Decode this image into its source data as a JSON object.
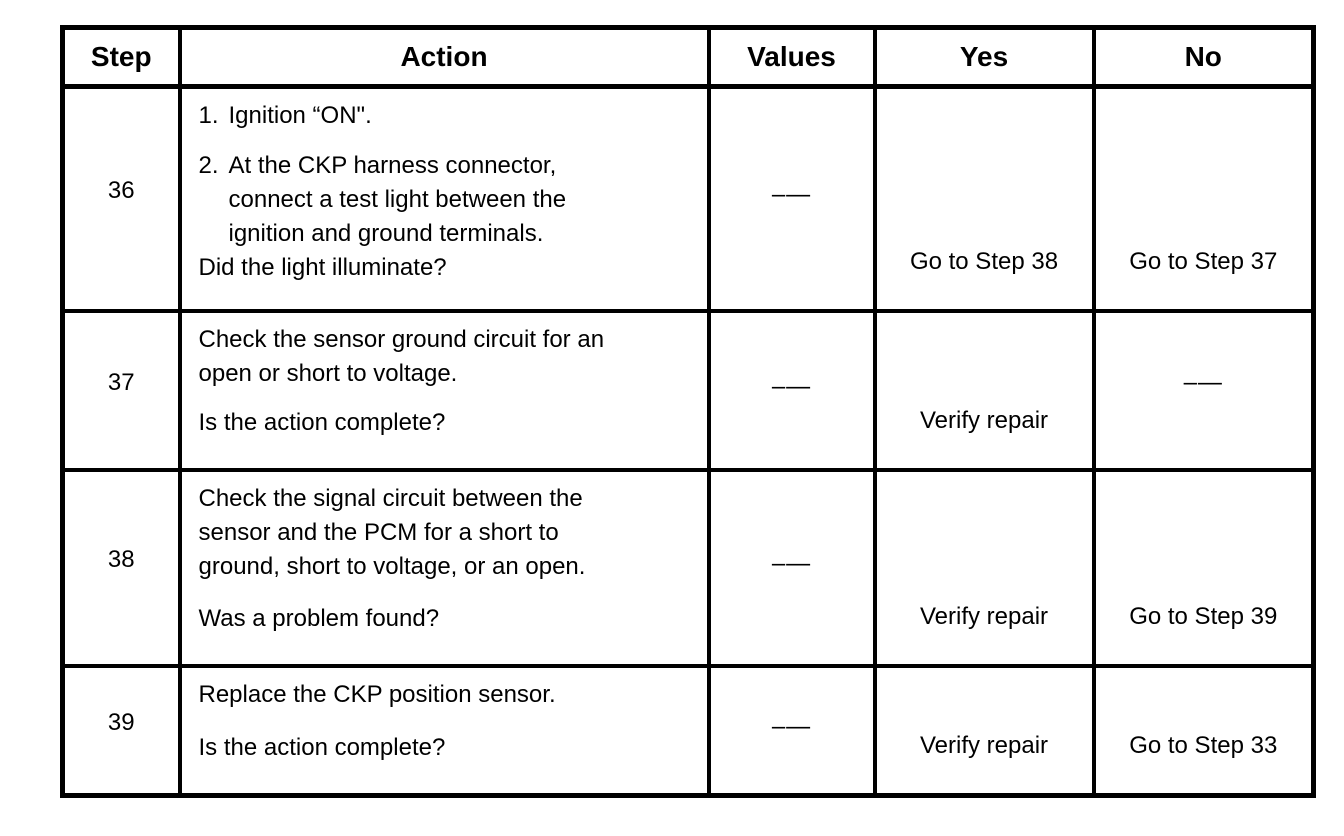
{
  "table": {
    "headers": {
      "step": "Step",
      "action": "Action",
      "values": "Values",
      "yes": "Yes",
      "no": "No"
    },
    "dash": "–—",
    "rows": [
      {
        "step": "36",
        "items": [
          {
            "num": "1.",
            "text": "Ignition “ON\"."
          },
          {
            "num": "2.",
            "text": "At the CKP harness connector,\nconnect a test light between the\nignition and ground terminals."
          }
        ],
        "question": "Did the light illuminate?",
        "values": "–—",
        "yes": "Go to Step 38",
        "no": "Go to Step 37"
      },
      {
        "step": "37",
        "action": "Check the sensor ground circuit for an\nopen or short to voltage.",
        "question": "Is the action complete?",
        "values": "–—",
        "yes": "Verify repair",
        "no": "–—"
      },
      {
        "step": "38",
        "action": "Check the signal circuit between the\nsensor and the PCM for a short to\nground, short to voltage, or an open.",
        "question": "Was a problem found?",
        "values": "–—",
        "yes": "Verify repair",
        "no": "Go to Step 39"
      },
      {
        "step": "39",
        "action": "Replace the CKP position sensor.",
        "question": "Is the action complete?",
        "values": "–—",
        "yes": "Verify repair",
        "no": "Go to Step 33"
      }
    ]
  }
}
